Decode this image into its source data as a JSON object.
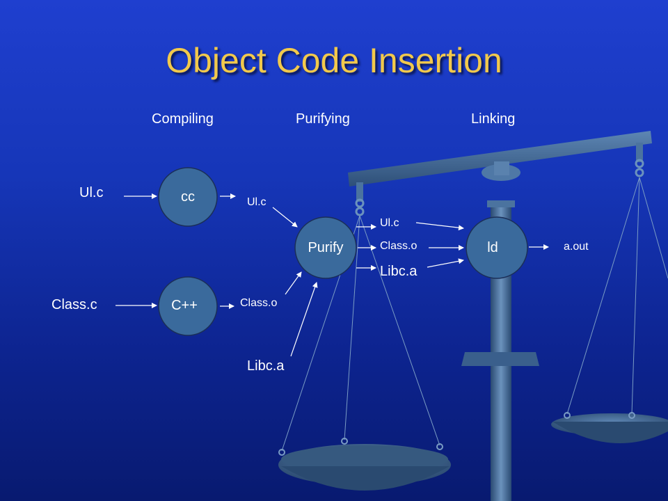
{
  "slide": {
    "title": "Object Code Insertion"
  },
  "stages": {
    "compiling": "Compiling",
    "purifying": "Purifying",
    "linking": "Linking"
  },
  "nodes": {
    "cc": "cc",
    "cpp": "C++",
    "purify": "Purify",
    "ld": "ld"
  },
  "labels": {
    "input_ui_c": "Ul.c",
    "input_class_c": "Class.c",
    "cc_out_ui_c": "Ul.c",
    "cpp_out_class_o": "Class.o",
    "libc_a_in": "Libc.a",
    "purify_out_ui_c": "Ul.c",
    "purify_out_class_o": "Class.o",
    "purify_out_libc_a": "Libc.a",
    "output_a_out": "a.out"
  },
  "colors": {
    "title": "#f2c94c",
    "node_fill": "#3a6a9c",
    "scale": "#3d6390"
  }
}
